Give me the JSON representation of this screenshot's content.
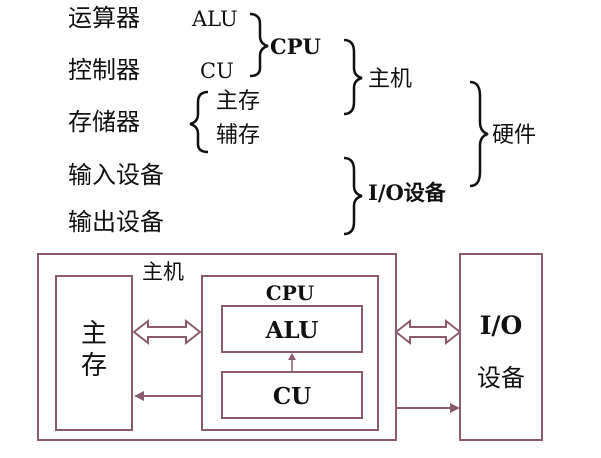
{
  "hierarchy": {
    "component_labels": {
      "alu_cn": "运算器",
      "cu_cn": "控制器",
      "storage_cn": "存储器",
      "input_cn": "输入设备",
      "output_cn": "输出设备"
    },
    "component_abbr": {
      "alu": "ALU",
      "cu": "CU"
    },
    "groups": {
      "cpu": "CPU",
      "main_memory": "主存",
      "aux_storage": "辅存",
      "host": "主机",
      "io_devices": "I/O设备",
      "hardware": "硬件"
    }
  },
  "block_diagram": {
    "host_label": "主机",
    "main_memory_label": "主存",
    "cpu_label": "CPU",
    "alu_label": "ALU",
    "cu_label": "CU",
    "io_label_line1": "I/O",
    "io_label_line2": "设备"
  },
  "colors": {
    "box_stroke": "#8a5a6e",
    "text": "#111111",
    "brace": "#111111"
  }
}
